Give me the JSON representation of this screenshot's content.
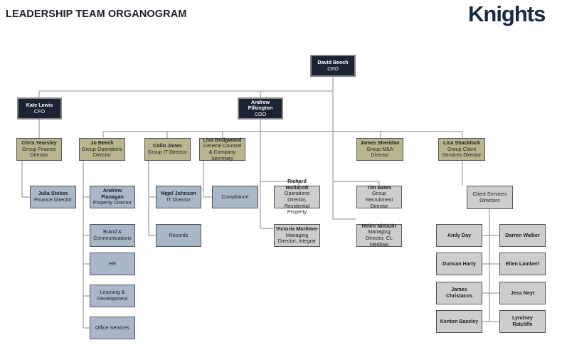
{
  "header": {
    "title": "LEADERSHIP TEAM ORGANOGRAM",
    "logo": "Knights"
  },
  "ceo": {
    "name": "David Beech",
    "role": "CEO"
  },
  "cfo": {
    "name": "Kate Lewis",
    "role": "CFO"
  },
  "coo": {
    "name": "Andrew Pilkington",
    "role": "COO"
  },
  "directors": [
    {
      "name": "Chris Yearsley",
      "role": "Group Finance Director"
    },
    {
      "name": "Jo Beech",
      "role": "Group Operations Director"
    },
    {
      "name": "Colin Jones",
      "role": "Group IT Director"
    },
    {
      "name": "Lisa Bridgwood",
      "role": "General Counsel & Company Secretary"
    },
    {
      "name": "James Sheridan",
      "role": "Group M&A Director"
    },
    {
      "name": "Lisa Shacklock",
      "role": "Group Client Services Director"
    }
  ],
  "finance": [
    {
      "name": "Julia Stokes",
      "role": "Finance Director"
    }
  ],
  "operations": [
    {
      "name": "Andrew Flanagan",
      "role": "Property Director"
    },
    {
      "name": "",
      "role": "Brand & Communications"
    },
    {
      "name": "",
      "role": "HR"
    },
    {
      "name": "",
      "role": "Learning & Development"
    },
    {
      "name": "",
      "role": "Office Services"
    }
  ],
  "it": [
    {
      "name": "Nigel Johnson",
      "role": "IT Director"
    },
    {
      "name": "",
      "role": "Records"
    }
  ],
  "legal": [
    {
      "name": "",
      "role": "Compliance"
    }
  ],
  "coo_reports": [
    {
      "name": "Richard Wollacott",
      "role": "Operations Director, Residential Property"
    },
    {
      "name": "Victoria Mortimer",
      "role": "Managing Director, Integrar"
    }
  ],
  "ma": [
    {
      "name": "Tim Bates",
      "role": "Group Recruitment Director"
    },
    {
      "name": "Helen Niebuhr",
      "role": "Managing Director, CL Medilaw"
    }
  ],
  "client_services": {
    "group": {
      "name": "",
      "role": "Client Services Directors"
    },
    "left": [
      "Andy Day",
      "Duncan Harty",
      "James Christacos",
      "Kenton Bazeley"
    ],
    "right": [
      "Darren Walker",
      "Ellen Lambert",
      "Jess Neyt",
      "Lyndsey Ratcliffe"
    ]
  }
}
